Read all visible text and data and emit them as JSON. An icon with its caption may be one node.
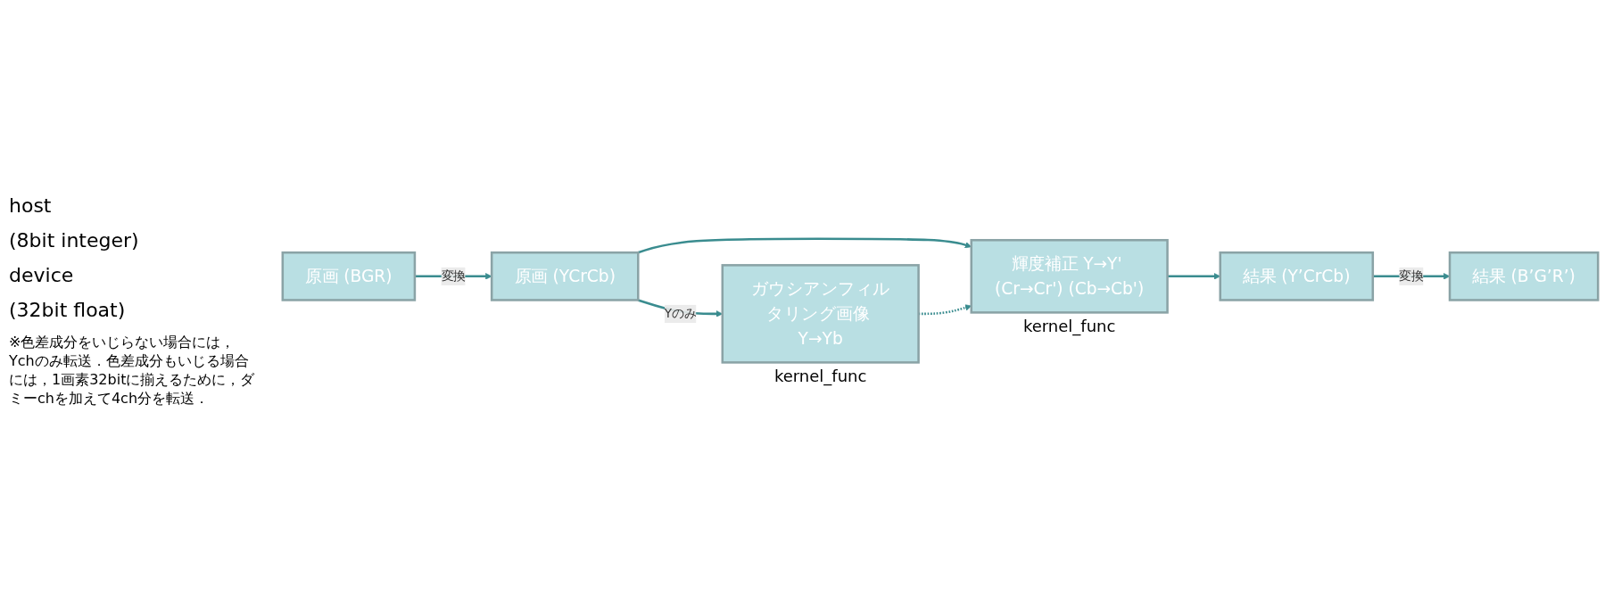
{
  "diagram": {
    "nodes": [
      {
        "text": [
          "原画 (BGR)"
        ]
      },
      {
        "text": [
          "原画 (YCrCb)"
        ]
      },
      {
        "text": [
          "結果 (Y’CrCb)"
        ]
      },
      {
        "text": [
          "結果 (B’G’R’)"
        ]
      },
      {
        "text": [
          "ガウシアンフィルタリング画像 Y→Yb"
        ],
        "beside": [
          "kernel_func"
        ]
      },
      {
        "text": [
          "輝度補正 Y→Y' (Cr→Cr') (Cb→Cb')"
        ],
        "beside": [
          "kernel_func"
        ]
      }
    ],
    "edges": [
      {
        "from": 0,
        "to": 1,
        "arrow": "to",
        "label": "変換"
      },
      {
        "from": 2,
        "to": 3,
        "arrow": "to",
        "label": "変換"
      },
      {
        "from": 1,
        "to": 4,
        "arrow": "to",
        "label": "Yのみ"
      },
      {
        "from": 1,
        "to": 5,
        "arrow": "to"
      },
      {
        "from": 4,
        "to": 5,
        "arrow": "to",
        "style": "dashed"
      },
      {
        "from": 5,
        "to": 2,
        "arrow": "to"
      }
    ],
    "labels": [
      "host",
      "(8bit integer)",
      "device",
      "(32bit float)",
      "※色差成分をいじらない場合には，Ychのみ転送．色差成分もいじる場合には，1画素32bitに揃えるために，ダミーchを加えて4ch分を転送．"
    ]
  }
}
